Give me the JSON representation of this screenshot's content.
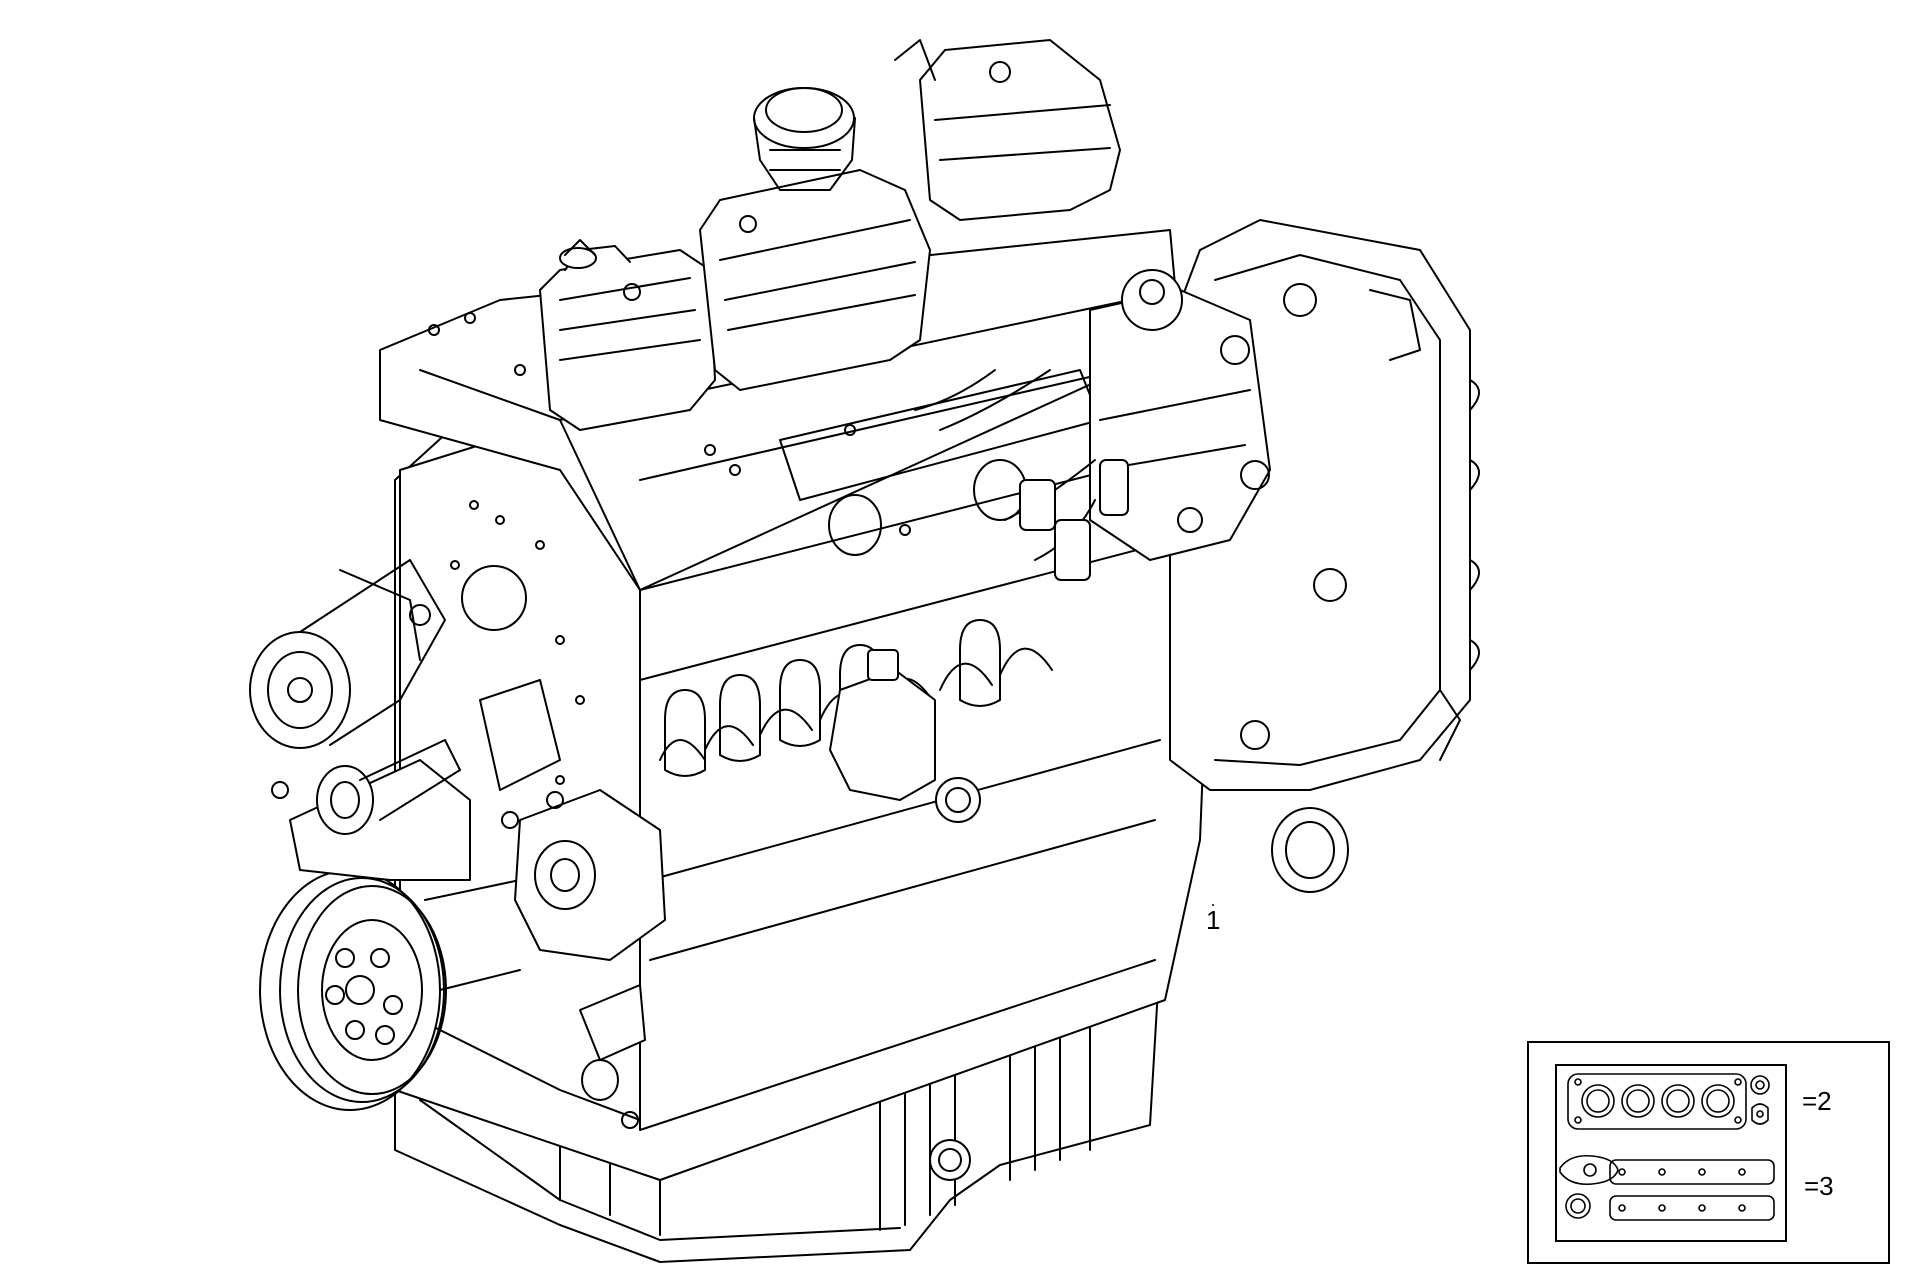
{
  "diagram": {
    "callouts": [
      {
        "id": "engine",
        "label": "1"
      },
      {
        "id": "gasket-kit-top",
        "label": "=2"
      },
      {
        "id": "gasket-kit-bottom",
        "label": "=3"
      }
    ],
    "colors": {
      "line": "#000000",
      "background": "#ffffff"
    }
  }
}
